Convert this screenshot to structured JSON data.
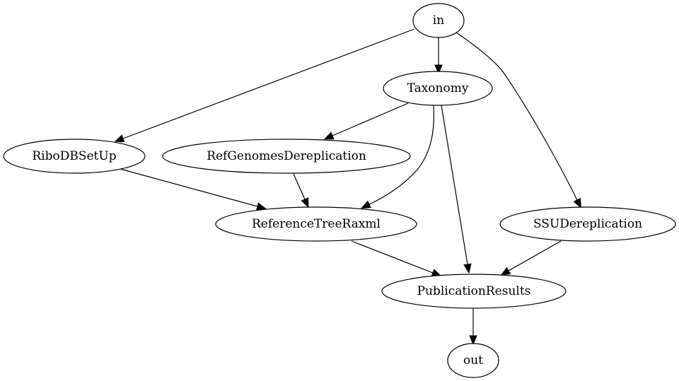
{
  "graph": {
    "nodes": {
      "in": "in",
      "taxonomy": "Taxonomy",
      "ribodbsetup": "RiboDBSetUp",
      "refgenomesdereplication": "RefGenomesDereplication",
      "referencetreeraxml": "ReferenceTreeRaxml",
      "ssudereplication": "SSUDereplication",
      "publicationresults": "PublicationResults",
      "out": "out"
    },
    "edges": [
      {
        "from": "in",
        "to": "taxonomy"
      },
      {
        "from": "in",
        "to": "ribodbsetup"
      },
      {
        "from": "in",
        "to": "ssudereplication"
      },
      {
        "from": "taxonomy",
        "to": "refgenomesdereplication"
      },
      {
        "from": "taxonomy",
        "to": "referencetreeraxml"
      },
      {
        "from": "taxonomy",
        "to": "publicationresults"
      },
      {
        "from": "ribodbsetup",
        "to": "referencetreeraxml"
      },
      {
        "from": "refgenomesdereplication",
        "to": "referencetreeraxml"
      },
      {
        "from": "referencetreeraxml",
        "to": "publicationresults"
      },
      {
        "from": "ssudereplication",
        "to": "publicationresults"
      },
      {
        "from": "publicationresults",
        "to": "out"
      }
    ]
  }
}
